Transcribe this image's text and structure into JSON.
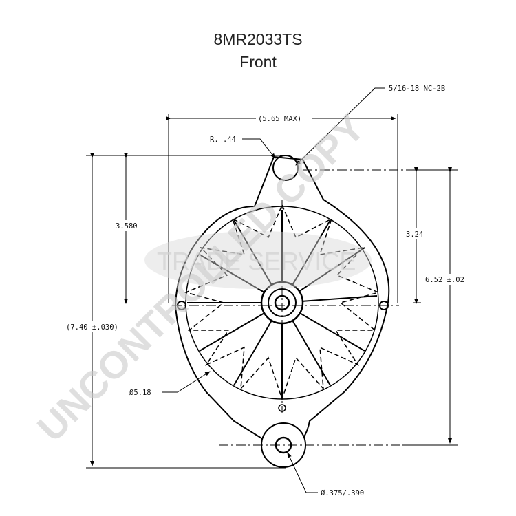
{
  "title": "8MR2033TS",
  "subtitle": "Front",
  "dimensions": {
    "thread": "5/16-18 NC-2B",
    "width_max": "(5.65 MAX)",
    "radius": "R. .44",
    "left_mount": "3.580",
    "right_mount": "3.24",
    "height_tol": "6.52 ±.02",
    "overall_height": "(7.40 ±.030)",
    "fan_diameter": "Ø5.18",
    "bore_diameter": "Ø.375/.390"
  },
  "watermark": {
    "main": "UNCONTROLLED COPY",
    "logo": "TRADE SERVICE"
  }
}
